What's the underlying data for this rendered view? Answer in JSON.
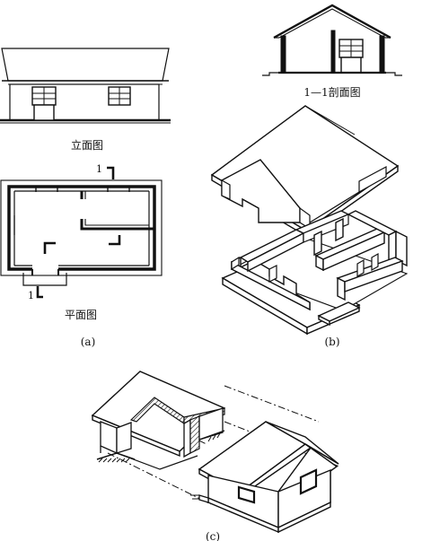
{
  "labels": {
    "elevation": "立面图",
    "section": "1—1剖面图",
    "plan": "平面图",
    "section_mark_top": "1",
    "section_mark_bottom": "1",
    "panel_a": "(a)",
    "panel_b": "(b)",
    "panel_c": "(c)"
  },
  "colors": {
    "ink": "#111111",
    "paper": "#ffffff",
    "hatch_fill": "#dcdcdc"
  }
}
